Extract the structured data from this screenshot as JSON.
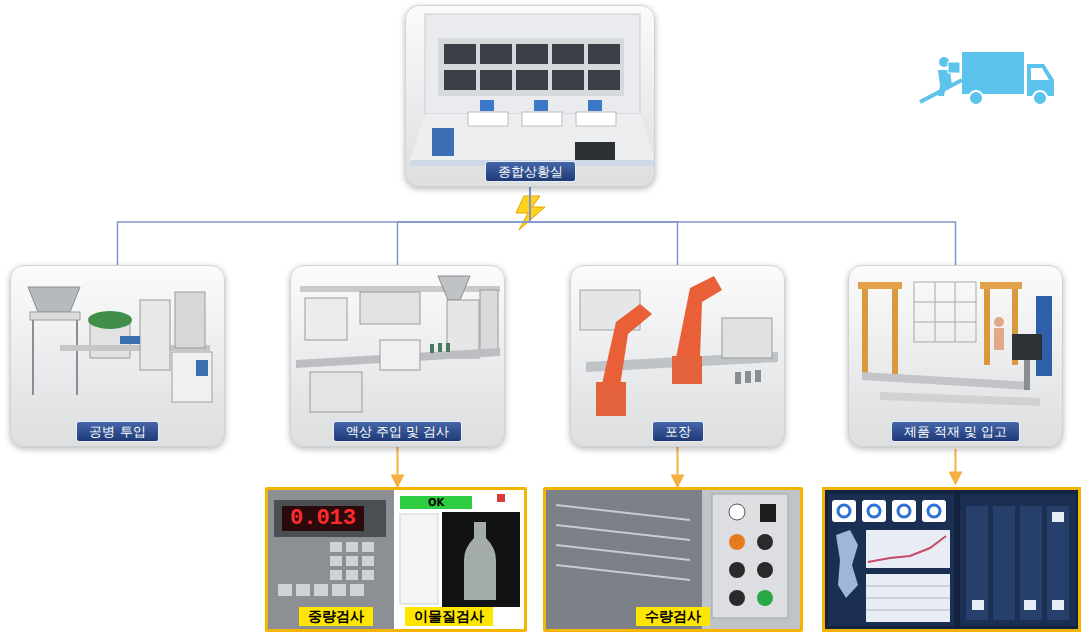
{
  "diagram": {
    "nodes": [
      {
        "text": [
          "종합상황실"
        ]
      },
      {
        "text": [
          "공병 투입"
        ]
      },
      {
        "text": [
          "액상 주입 및 검사"
        ]
      },
      {
        "text": [
          "포장"
        ]
      },
      {
        "text": [
          "제품 적재 및 입고"
        ]
      },
      {
        "text": [
          "중량검사",
          "이물질검사"
        ]
      },
      {
        "text": [
          "수량검사"
        ]
      }
    ],
    "edges": [
      {
        "from": 0,
        "to": 1,
        "arrow": "none"
      },
      {
        "from": 0,
        "to": 2,
        "arrow": "none"
      },
      {
        "from": 0,
        "to": 3,
        "arrow": "none"
      },
      {
        "from": 0,
        "to": 4,
        "arrow": "none"
      },
      {
        "from": 2,
        "to": 5,
        "arrow": "to"
      },
      {
        "from": 3,
        "to": 6,
        "arrow": "to"
      }
    ],
    "labels": [
      "0.013",
      "OK"
    ]
  }
}
